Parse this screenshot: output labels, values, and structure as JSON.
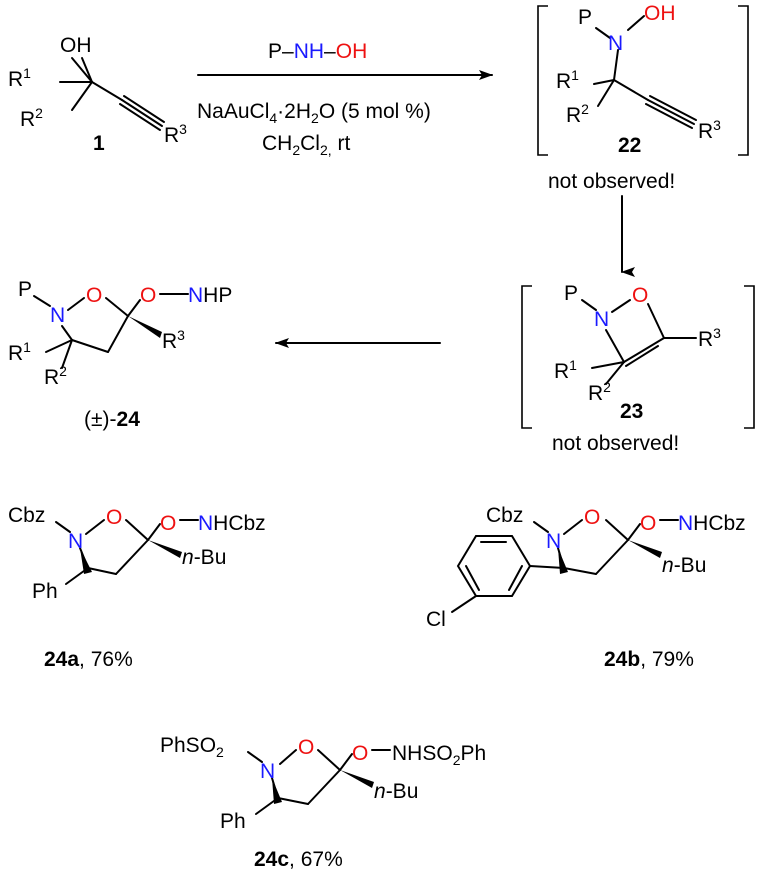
{
  "colors": {
    "nitrogen": "#1a1aff",
    "oxygen": "#ee1111",
    "bond": "#000000"
  },
  "reaction": {
    "reagent_P": "P",
    "reagent_N": "NH",
    "reagent_O": "OH",
    "catalyst": "NaAuCl4·2H2O (5 mol %)",
    "catalyst_pre": "NaAuCl",
    "catalyst_sub1": "4",
    "catalyst_mid": "·2H",
    "catalyst_sub2": "2",
    "catalyst_post": "O (5 mol %)",
    "solvent_pre": "CH",
    "solvent_sub1": "2",
    "solvent_mid": "Cl",
    "solvent_sub2": "2,",
    "solvent_post": " rt"
  },
  "compounds": {
    "c1": {
      "label": "1",
      "OH": "OH",
      "R1": "R",
      "R1sup": "1",
      "R2": "R",
      "R2sup": "2",
      "R3": "R",
      "R3sup": "3"
    },
    "c22": {
      "label": "22",
      "note": "not observed!",
      "P": "P",
      "N": "N",
      "OH": "OH",
      "R1": "R",
      "R1sup": "1",
      "R2": "R",
      "R2sup": "2",
      "R3": "R",
      "R3sup": "3"
    },
    "c23": {
      "label": "23",
      "note": "not observed!",
      "P": "P",
      "N": "N",
      "O": "O",
      "R1": "R",
      "R1sup": "1",
      "R2": "R",
      "R2sup": "2",
      "R3": "R",
      "R3sup": "3"
    },
    "c24": {
      "label_pre": "(±)-",
      "label": "24",
      "P": "P",
      "N": "N",
      "O": "O",
      "O2": "O",
      "NH": "N",
      "HP": "HP",
      "R1": "R",
      "R1sup": "1",
      "R2": "R",
      "R2sup": "2",
      "R3": "R",
      "R3sup": "3"
    },
    "c24a": {
      "label": "24a",
      "yield": ", 76%",
      "Np": "Cbz",
      "N": "N",
      "O": "O",
      "O2": "O",
      "NH": "N",
      "NHR": "HCbz",
      "R": "n",
      "Rtail": "-Bu",
      "Ar": "Ph"
    },
    "c24b": {
      "label": "24b",
      "yield": ", 79%",
      "Np": "Cbz",
      "N": "N",
      "O": "O",
      "O2": "O",
      "NH": "N",
      "NHR": "HCbz",
      "R": "n",
      "Rtail": "-Bu",
      "Cl": "Cl"
    },
    "c24c": {
      "label": "24c",
      "yield": ", 67%",
      "Np_pre": "PhSO",
      "Np_sub": "2",
      "N": "N",
      "O": "O",
      "O2": "O",
      "NHR_pre": "NHSO",
      "NHR_sub": "2",
      "NHR_post": "Ph",
      "R": "n",
      "Rtail": "-Bu",
      "Ar": "Ph"
    }
  }
}
